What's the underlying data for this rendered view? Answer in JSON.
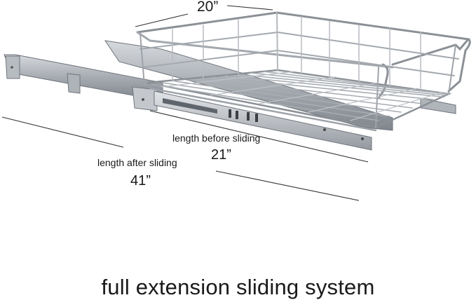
{
  "dimensions": {
    "width": "20”",
    "length_before_label": "length before sliding",
    "length_before_value": "21”",
    "length_after_label": "length after sliding",
    "length_after_value": "41”"
  },
  "caption": "full extension sliding system",
  "colors": {
    "chrome": "#b8bcc2",
    "chrome_dark": "#7d838b",
    "rail": "#a9aeb4",
    "rail_dark": "#6f757c",
    "text": "#1a1a1a"
  }
}
